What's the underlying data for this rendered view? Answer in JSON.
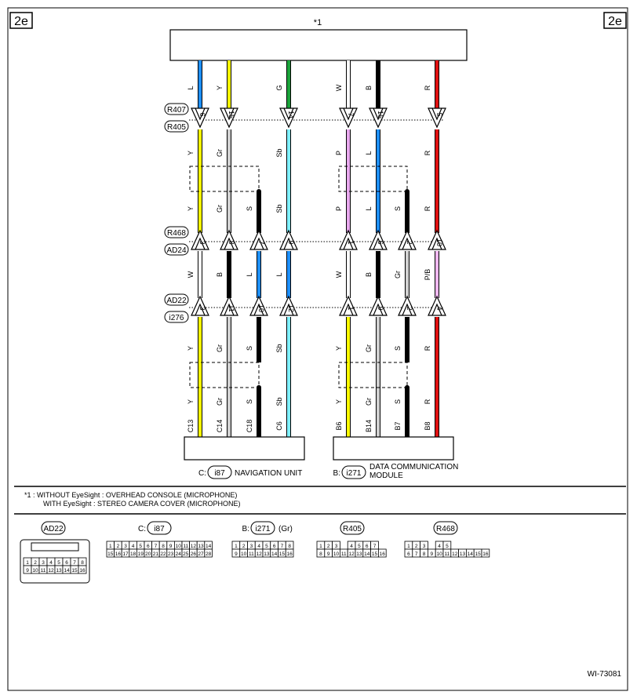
{
  "page_tag": "2e",
  "top_unit_label": "*1",
  "colors": {
    "L": "#1e90ff",
    "Y": "#ffff00",
    "G": "#1aa33a",
    "W": "#ffffff",
    "B": "#000000",
    "R": "#e01010",
    "Gr": "#d0d0d0",
    "Sb": "#7ff0ff",
    "P": "#e8a8ee",
    "S": "#000000",
    "PB": "#f0b8f0"
  },
  "connectors": {
    "R407": "R407",
    "R405": "R405",
    "R468": "R468",
    "AD24": "AD24",
    "AD22": "AD22",
    "i276": "i276"
  },
  "wires": [
    {
      "top_color": "L",
      "top_pin": "6",
      "mid1_color": "Y",
      "mid2_color": "Y",
      "pin_r468": "3",
      "seg_color": "W",
      "pin_ad22": "3",
      "low1_color": "Y",
      "low2_color": "Y",
      "term": "C13",
      "shield_top": false,
      "shield_low": false
    },
    {
      "top_color": "Y",
      "top_pin": "15",
      "mid1_color": "Gr",
      "mid2_color": "Gr",
      "pin_r468": "8",
      "seg_color": "B",
      "pin_ad22": "11",
      "low1_color": "Gr",
      "low2_color": "Gr",
      "term": "C14",
      "shield_top": false,
      "shield_low": false
    },
    {
      "top_color": "",
      "top_pin": "",
      "mid1_color": "",
      "mid2_color": "S",
      "pin_r468": "7",
      "seg_color": "L",
      "pin_ad22": "10",
      "low1_color": "S",
      "low2_color": "S",
      "term": "C18",
      "shield_top": true,
      "shield_low": true
    },
    {
      "top_color": "G",
      "top_pin": "14",
      "mid1_color": "Sb",
      "mid2_color": "Sb",
      "pin_r468": "9",
      "seg_color": "L",
      "pin_ad22": "12",
      "low1_color": "Sb",
      "low2_color": "Sb",
      "term": "C6",
      "shield_top": false,
      "shield_low": false
    },
    {
      "top_color": "W",
      "top_pin": "7",
      "mid1_color": "P",
      "mid2_color": "P",
      "pin_r468": "1",
      "seg_color": "W",
      "pin_ad22": "1",
      "low1_color": "Y",
      "low2_color": "Y",
      "term": "B6",
      "shield_top": false,
      "shield_low": false
    },
    {
      "top_color": "B",
      "top_pin": "16",
      "mid1_color": "L",
      "mid2_color": "L",
      "pin_r468": "6",
      "seg_color": "B",
      "pin_ad22": "9",
      "low1_color": "Gr",
      "low2_color": "Gr",
      "term": "B14",
      "shield_top": false,
      "shield_low": false
    },
    {
      "top_color": "",
      "top_pin": "",
      "mid1_color": "",
      "mid2_color": "S",
      "pin_r468": "2",
      "seg_color": "Gr",
      "pin_ad22": "2",
      "low1_color": "S",
      "low2_color": "S",
      "term": "B7",
      "shield_top": true,
      "shield_low": true
    },
    {
      "top_color": "R",
      "top_pin": "5",
      "mid1_color": "R",
      "mid2_color": "R",
      "pin_r468": "10",
      "seg_color": "P/B",
      "pin_ad22": "4",
      "low1_color": "R",
      "low2_color": "R",
      "term": "B8",
      "shield_top": false,
      "shield_low": false
    }
  ],
  "units": [
    {
      "prefix": "C:",
      "code": "i87",
      "name": "NAVIGATION UNIT",
      "name2": ""
    },
    {
      "prefix": "B:",
      "code": "i271",
      "name": "DATA COMMUNICATION",
      "name2": "MODULE"
    }
  ],
  "notes": {
    "line1": "*1 : WITHOUT EyeSight : OVERHEAD CONSOLE (MICROPHONE)",
    "line2": "WITH EyeSight : STEREO CAMERA COVER (MICROPHONE)"
  },
  "connector_views": [
    {
      "label": "AD22",
      "prefix": "",
      "suffix": "",
      "row1": [
        "1",
        "2",
        "3",
        "4",
        "5",
        "6",
        "7",
        "8"
      ],
      "row2": [
        "9",
        "10",
        "11",
        "12",
        "13",
        "14",
        "15",
        "16"
      ]
    },
    {
      "label": "i87",
      "prefix": "C:",
      "suffix": "",
      "row1": [
        "1",
        "2",
        "3",
        "4",
        "5",
        "6",
        "7",
        "8",
        "9",
        "10",
        "11",
        "12",
        "13",
        "14"
      ],
      "row2": [
        "15",
        "16",
        "17",
        "18",
        "19",
        "20",
        "21",
        "22",
        "23",
        "24",
        "25",
        "26",
        "27",
        "28"
      ]
    },
    {
      "label": "i271",
      "prefix": "B:",
      "suffix": "(Gr)",
      "row1": [
        "1",
        "2",
        "3",
        "4",
        "5",
        "6",
        "7",
        "8"
      ],
      "row2": [
        "9",
        "10",
        "11",
        "12",
        "13",
        "14",
        "15",
        "16"
      ]
    },
    {
      "label": "R405",
      "prefix": "",
      "suffix": "",
      "row1": [
        "1",
        "2",
        "3",
        "",
        "4",
        "5",
        "6",
        "7"
      ],
      "row2": [
        "8",
        "9",
        "10",
        "11",
        "12",
        "13",
        "14",
        "15",
        "16"
      ]
    },
    {
      "label": "R468",
      "prefix": "",
      "suffix": "",
      "row1": [
        "1",
        "2",
        "3",
        "",
        "4",
        "5"
      ],
      "row2": [
        "6",
        "7",
        "8",
        "9",
        "10",
        "11",
        "12",
        "13",
        "14",
        "15",
        "16"
      ]
    }
  ],
  "figure_id": "WI-73081"
}
